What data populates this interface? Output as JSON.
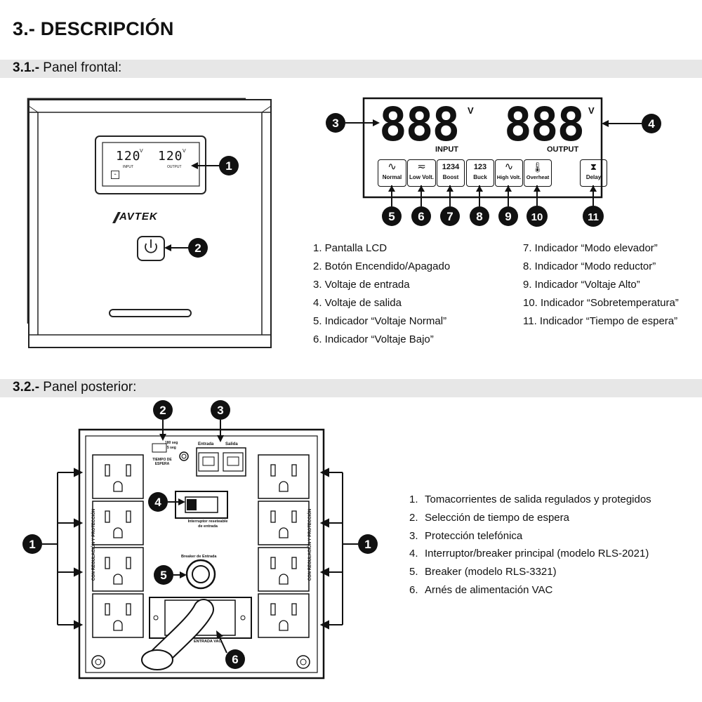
{
  "page_title": "3.- DESCRIPCIÓN",
  "sections": {
    "front": {
      "number": "3.1.-",
      "label": " Panel frontal:"
    },
    "rear": {
      "number": "3.2.-",
      "label": " Panel posterior:"
    }
  },
  "front_device": {
    "lcd_input": "120",
    "lcd_output": "120",
    "lcd_unit": "V",
    "lcd_input_label": "INPUT",
    "lcd_output_label": "OUTPUT",
    "brand": "AVTEK"
  },
  "lcd_detail": {
    "digits": "888",
    "unit": "V",
    "input_label": "INPUT",
    "output_label": "OUTPUT",
    "indicators": [
      {
        "label": "Normal",
        "icon": "sine-wave-icon"
      },
      {
        "label": "Low Volt.",
        "icon": "low-wave-icon"
      },
      {
        "label": "Boost",
        "top": "1234"
      },
      {
        "label": "Buck",
        "top": "123"
      },
      {
        "label": "High Volt.",
        "icon": "high-wave-icon"
      },
      {
        "label": "Overheat",
        "icon": "thermometer-icon"
      },
      {
        "label": "Delay",
        "icon": "hourglass-icon"
      }
    ]
  },
  "callouts": {
    "c1": "1",
    "c2": "2",
    "c3": "3",
    "c4": "4",
    "c5": "5",
    "c6": "6",
    "c7": "7",
    "c8": "8",
    "c9": "9",
    "c10": "10",
    "c11": "11"
  },
  "front_list_left": [
    "1. Pantalla LCD",
    "2. Botón Encendido/Apagado",
    "3. Voltaje de entrada",
    "4. Voltaje de salida",
    "5. Indicador “Voltaje Normal”",
    "6. Indicador “Voltaje Bajo”"
  ],
  "front_list_right": [
    "7. Indicador “Modo elevador”",
    "8. Indicador “Modo reductor”",
    "9. Indicador “Voltaje Alto”",
    "10. Indicador “Sobretemperatura”",
    "11. Indicador “Tiempo de espera”"
  ],
  "rear_device": {
    "delay_180": "180 seg",
    "delay_5": "5 seg",
    "delay_label": "TIEMPO DE ESPERA",
    "entrada": "Entrada",
    "salida": "Salida",
    "switch_label_1": "Interruptor reseteable",
    "switch_label_2": "de entrada",
    "breaker_label": "Breaker de Entrada",
    "side_label": "CON REGULACIÓN Y PROTECCIÓN",
    "cord_label": "ENTRADA VAC"
  },
  "rear_list": [
    {
      "n": "1.",
      "text": "Tomacorrientes de salida regulados y protegidos"
    },
    {
      "n": "2.",
      "text": "Selección de tiempo de espera"
    },
    {
      "n": "3.",
      "text": "Protección telefónica"
    },
    {
      "n": "4.",
      "text": "Interruptor/breaker principal (modelo RLS-2021)"
    },
    {
      "n": "5.",
      "text": "Breaker (modelo RLS-3321)"
    },
    {
      "n": "6.",
      "text": "Arnés de alimentación VAC"
    }
  ]
}
